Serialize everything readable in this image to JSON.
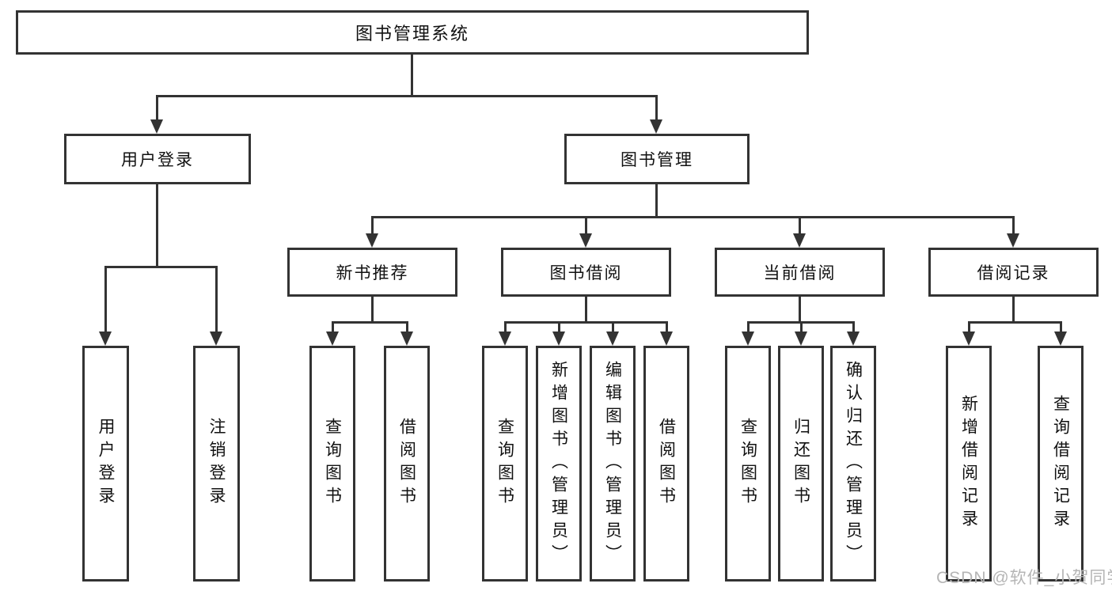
{
  "nodes": {
    "root": {
      "label": "图书管理系统"
    },
    "user_login": {
      "label": "用户登录"
    },
    "book_mgmt": {
      "label": "图书管理"
    },
    "login": {
      "label": "用户登录"
    },
    "logout": {
      "label": "注销登录"
    },
    "new_book_rec": {
      "label": "新书推荐"
    },
    "book_borrow": {
      "label": "图书借阅"
    },
    "current_borrow": {
      "label": "当前借阅"
    },
    "borrow_records": {
      "label": "借阅记录"
    },
    "nbr_query_book": {
      "label": "查询图书"
    },
    "nbr_borrow_book": {
      "label": "借阅图书"
    },
    "bb_query_book": {
      "label": "查询图书"
    },
    "bb_add_book": {
      "label": "新增图书（管理员）"
    },
    "bb_edit_book": {
      "label": "编辑图书（管理员）"
    },
    "bb_borrow_book": {
      "label": "借阅图书"
    },
    "cb_query_book": {
      "label": "查询图书"
    },
    "cb_return_book": {
      "label": "归还图书"
    },
    "cb_confirm_return": {
      "label": "确认归还（管理员）"
    },
    "br_add_record": {
      "label": "新增借阅记录"
    },
    "br_query_record": {
      "label": "查询借阅记录"
    }
  },
  "hierarchy": {
    "图书管理系统": {
      "用户登录": [
        "用户登录",
        "注销登录"
      ],
      "图书管理": {
        "新书推荐": [
          "查询图书",
          "借阅图书"
        ],
        "图书借阅": [
          "查询图书",
          "新增图书（管理员）",
          "编辑图书（管理员）",
          "借阅图书"
        ],
        "当前借阅": [
          "查询图书",
          "归还图书",
          "确认归还（管理员）"
        ],
        "借阅记录": [
          "新增借阅记录",
          "查询借阅记录"
        ]
      }
    }
  },
  "watermark": {
    "text": "CSDN @软件_小贺同学"
  },
  "colors": {
    "line": "#333333",
    "text": "#111111",
    "box_background": "#ffffff",
    "page_background": "#ffffff",
    "watermark": "#b5b5b5"
  }
}
